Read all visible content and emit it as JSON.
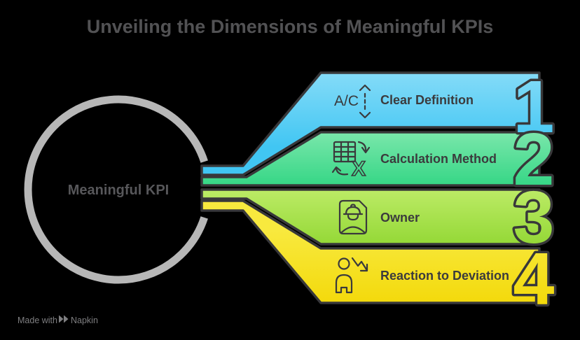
{
  "title": "Unveiling the Dimensions of Meaningful KPIs",
  "center": {
    "label": "Meaningful KPI"
  },
  "rows": [
    {
      "number": "1",
      "label": "Clear Definition",
      "icon": "definition-adjust-icon",
      "color_top": "#87DCF8",
      "color_bottom": "#41C6F3"
    },
    {
      "number": "2",
      "label": "Calculation Method",
      "icon": "table-formula-icon",
      "color_top": "#7CE7AC",
      "color_bottom": "#34D685"
    },
    {
      "number": "3",
      "label": "Owner",
      "icon": "owner-badge-icon",
      "color_top": "#BCEB66",
      "color_bottom": "#94D836"
    },
    {
      "number": "4",
      "label": "Reaction to Deviation",
      "icon": "person-decline-icon",
      "color_top": "#F8E93E",
      "color_bottom": "#F3D90A"
    }
  ],
  "icon_text": {
    "ac": "A/C",
    "x": "X"
  },
  "watermark": {
    "prefix": "Made with",
    "brand": "Napkin",
    "logo": "napkin-logo-icon"
  },
  "colors": {
    "background": "#000000",
    "outline": "#38383A",
    "ring": "#B7B7B7",
    "title_text": "#525254",
    "label_text": "#3B3B3D",
    "watermark_text": "#7E7E80"
  }
}
